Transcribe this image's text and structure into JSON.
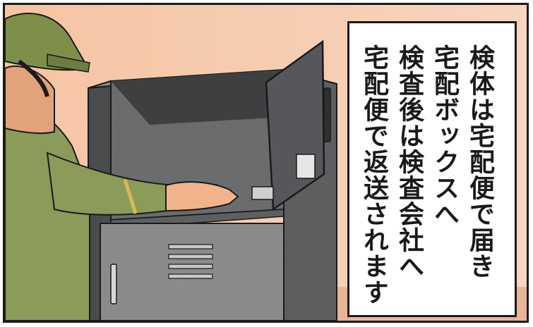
{
  "caption": {
    "lines": [
      "検体は宅配便で届き",
      "宅配ボックスへ",
      "検査後は検査会社へ",
      "宅配便で返送されます"
    ]
  }
}
